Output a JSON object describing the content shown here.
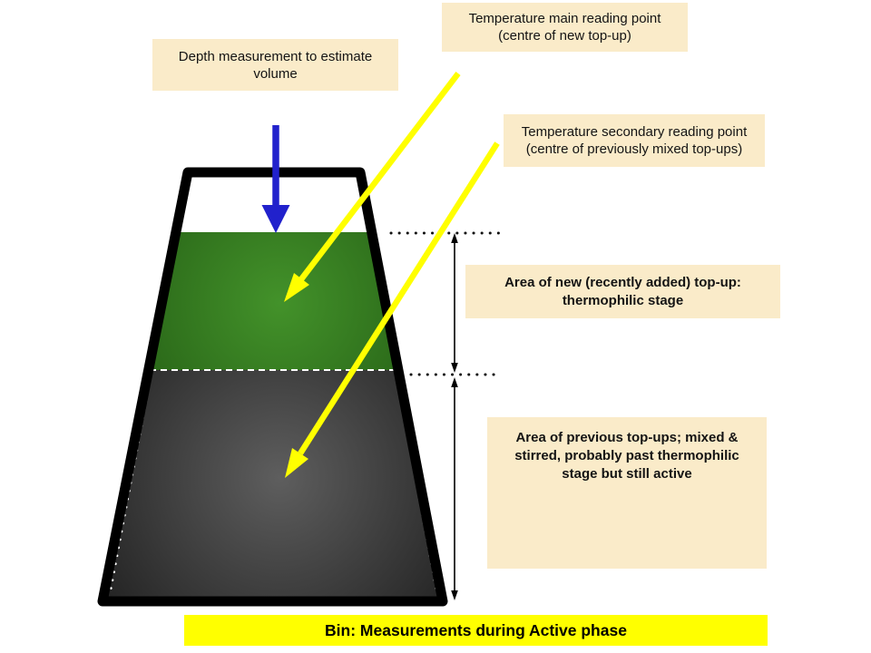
{
  "labels": {
    "temp_main": "Temperature main reading point\n(centre of new top-up)",
    "depth": "Depth measurement to estimate\nvolume",
    "temp_secondary": "Temperature secondary reading point\n(centre of previously mixed top-ups)",
    "area_new": "Area of new (recently added) top-up:\nthermophilic stage",
    "area_previous": "Area of previous top-ups; mixed &\nstirred, probably past thermophilic\nstage but still active",
    "banner": "Bin: Measurements during Active phase"
  },
  "colors": {
    "label_bg": "#FAEBC9",
    "banner_bg": "#FFFF00",
    "blue_arrow": "#2121CC",
    "yellow_arrow": "#FFFF00",
    "green_center": "#43922A",
    "green_edge": "#2C6B1A",
    "gray_center": "#5E5E5E",
    "gray_edge": "#232323",
    "bin_outline": "#000000"
  }
}
